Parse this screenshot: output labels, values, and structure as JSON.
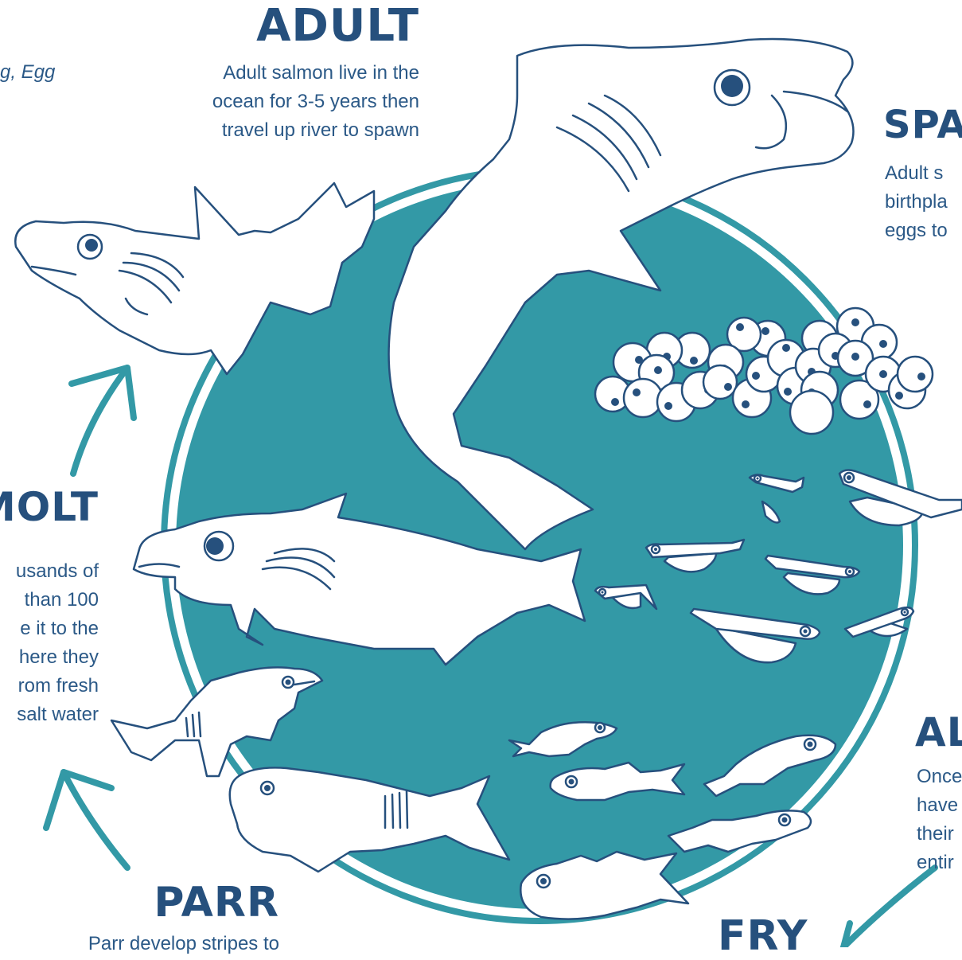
{
  "top_left_caption": "g, Egg",
  "stages": {
    "adult": {
      "title": "ADULT",
      "lines": [
        "Adult salmon live in the",
        "ocean for 3-5 years then",
        "travel up river to spawn"
      ]
    },
    "spawn": {
      "title": "SPA",
      "lines": [
        "Adult s",
        "birthpla",
        "eggs to"
      ]
    },
    "smolt": {
      "title": "MOLT",
      "lines": [
        "usands of",
        "than 100",
        "e it to the",
        "here they",
        "rom fresh",
        "salt water"
      ]
    },
    "alevin": {
      "title": "AL",
      "lines": [
        "Once",
        "have",
        "their",
        "entir"
      ]
    },
    "parr": {
      "title": "PARR",
      "lines": [
        "Parr develop stripes to"
      ]
    },
    "fry": {
      "title": "FRY"
    }
  },
  "colors": {
    "teal": "#3399a6",
    "navy": "#26507d",
    "text": "#2b5987",
    "background": "#ffffff"
  }
}
